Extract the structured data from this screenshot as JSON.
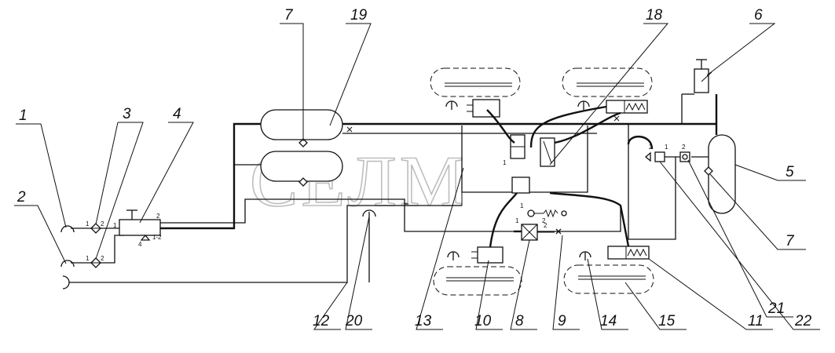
{
  "watermark": "СЕЛМ",
  "labels": [
    {
      "id": "c1",
      "text": "1"
    },
    {
      "id": "c2",
      "text": "2"
    },
    {
      "id": "c3",
      "text": "3"
    },
    {
      "id": "c4",
      "text": "4"
    },
    {
      "id": "c5",
      "text": "5"
    },
    {
      "id": "c6",
      "text": "6"
    },
    {
      "id": "c7a",
      "text": "7"
    },
    {
      "id": "c7b",
      "text": "7"
    },
    {
      "id": "c8",
      "text": "8"
    },
    {
      "id": "c9",
      "text": "9"
    },
    {
      "id": "c10",
      "text": "10"
    },
    {
      "id": "c11",
      "text": "11"
    },
    {
      "id": "c12",
      "text": "12"
    },
    {
      "id": "c13",
      "text": "13"
    },
    {
      "id": "c14",
      "text": "14"
    },
    {
      "id": "c15",
      "text": "15"
    },
    {
      "id": "c18",
      "text": "18"
    },
    {
      "id": "c19",
      "text": "19"
    },
    {
      "id": "c20",
      "text": "20"
    },
    {
      "id": "c21",
      "text": "21"
    },
    {
      "id": "c22",
      "text": "22"
    }
  ],
  "ports": {
    "valve4_in": "1",
    "valve4_out": "2",
    "valve4_c": "4",
    "valve4_d": "1-2",
    "filter_top_a": "1",
    "filter_top_b": "2",
    "filter_bot_a": "1",
    "filter_bot_b": "2",
    "valve8_in": "1",
    "valve8_out": "2",
    "v11_a": "2",
    "v11_b": "1",
    "v22_a": "2",
    "mod_a": "1",
    "mod_b": "2"
  }
}
